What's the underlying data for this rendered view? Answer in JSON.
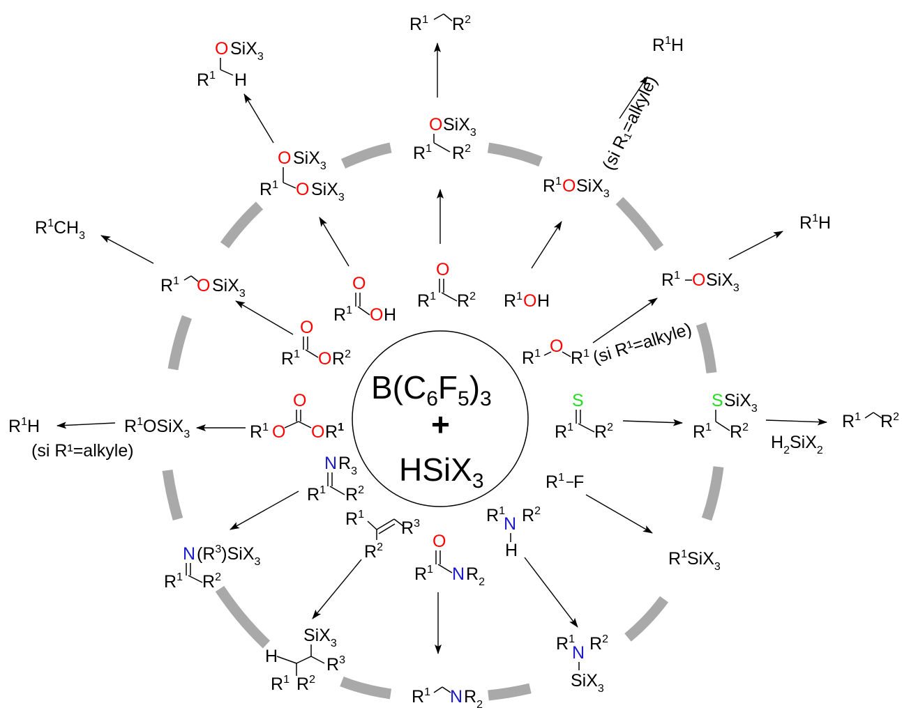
{
  "colors": {
    "oxygen": "#ff0000",
    "nitrogen": "#1a1acc",
    "sulfur": "#22dd22",
    "ring": "#a9a9a9"
  },
  "center": {
    "line1": "B(C",
    "sub1": "6",
    "mid1": "F",
    "sub2": "5",
    "end1": ")",
    "sub3": "3",
    "plus": "+",
    "line2": "HSiX",
    "sub4": "3"
  },
  "conditions": {
    "alkyl_r1_sub": "(si R₁=alkyle)",
    "alkyl_r1_sup": "(si R¹=alkyle)",
    "alkyl_r1_ester": "(si R¹=alkyle)",
    "h2six2": "H₂SiX₂"
  },
  "labels": {
    "r1r2_top": "R¹  R²",
    "r1h_top": "R¹H",
    "r1h_right": "R¹H",
    "r1h_left": "R¹H",
    "r1ch3": "R¹CH₃",
    "r1osix3_a": "R¹OSiX₃",
    "r1osix3_b": "R¹–OSiX₃",
    "r1osix3_c": "R¹OSiX₃",
    "r1oh": "R¹OH",
    "r1six3": "R¹SiX₃",
    "r1f": "R¹–F",
    "r1r2_right": "R¹  R²",
    "r1nr2_bottom": "R¹  NR₂"
  }
}
